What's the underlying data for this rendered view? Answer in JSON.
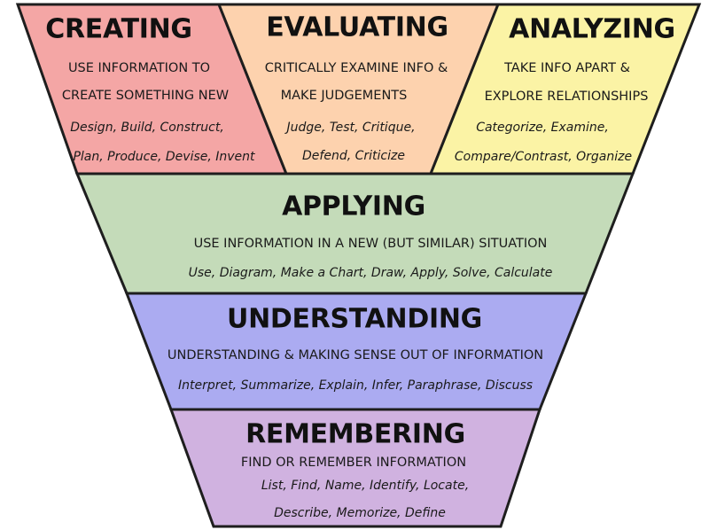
{
  "colors": {
    "creating": "#f4a6a5",
    "evaluating": "#fdd2ae",
    "analyzing": "#fbf3a5",
    "applying": "#c4dbb9",
    "understanding": "#ababf1",
    "remembering": "#d0b2e0",
    "outline": "#1e1e1e"
  },
  "creating": {
    "title": "CREATING",
    "desc_line1": "USE INFORMATION TO",
    "desc_line2": "CREATE SOMETHING NEW",
    "examples_line1": "Design, Build, Construct,",
    "examples_line2": "Plan, Produce, Devise, Invent"
  },
  "evaluating": {
    "title": "EVALUATING",
    "desc_line1": "CRITICALLY EXAMINE INFO &",
    "desc_line2": "MAKE JUDGEMENTS",
    "examples_line1": "Judge, Test, Critique,",
    "examples_line2": "Defend, Criticize"
  },
  "analyzing": {
    "title": "ANALYZING",
    "desc_line1": "TAKE INFO APART &",
    "desc_line2": "EXPLORE RELATIONSHIPS",
    "examples_line1": "Categorize, Examine,",
    "examples_line2": "Compare/Contrast, Organize"
  },
  "applying": {
    "title": "APPLYING",
    "desc": "USE INFORMATION IN A NEW (BUT SIMILAR) SITUATION",
    "examples": "Use, Diagram, Make a Chart, Draw, Apply, Solve, Calculate"
  },
  "understanding": {
    "title": "UNDERSTANDING",
    "desc": "UNDERSTANDING & MAKING SENSE OUT OF INFORMATION",
    "examples": "Interpret, Summarize, Explain, Infer, Paraphrase, Discuss"
  },
  "remembering": {
    "title": "REMEMBERING",
    "desc": "FIND OR REMEMBER INFORMATION",
    "examples_line1": "List, Find, Name, Identify, Locate,",
    "examples_line2": "Describe, Memorize, Define"
  }
}
